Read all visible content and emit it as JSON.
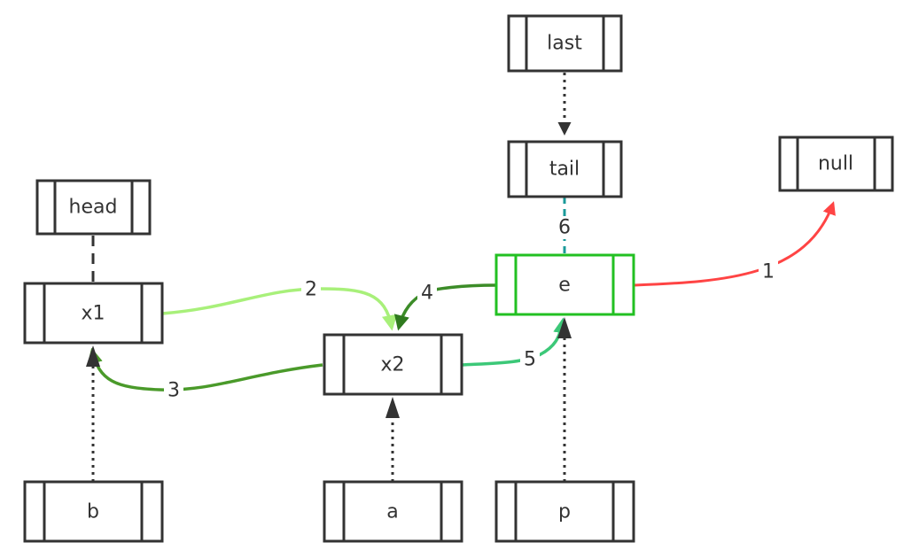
{
  "nodes": [
    {
      "id": "last",
      "label": "last"
    },
    {
      "id": "tail",
      "label": "tail"
    },
    {
      "id": "null",
      "label": "null"
    },
    {
      "id": "head",
      "label": "head"
    },
    {
      "id": "x1",
      "label": "x1"
    },
    {
      "id": "e",
      "label": "e",
      "highlight": true
    },
    {
      "id": "x2",
      "label": "x2"
    },
    {
      "id": "b",
      "label": "b"
    },
    {
      "id": "a",
      "label": "a"
    },
    {
      "id": "p",
      "label": "p"
    }
  ],
  "edges": [
    {
      "id": "edge-1",
      "from": "e",
      "to": "null",
      "label": "1",
      "color": "#ff4444"
    },
    {
      "id": "edge-2",
      "from": "x1",
      "to": "x2",
      "label": "2",
      "color": "#a8f07a"
    },
    {
      "id": "edge-3",
      "from": "x2",
      "to": "x1",
      "label": "3",
      "color": "#4a9a2a"
    },
    {
      "id": "edge-4",
      "from": "e",
      "to": "x2",
      "label": "4",
      "color": "#3c8c28"
    },
    {
      "id": "edge-5",
      "from": "x2",
      "to": "e",
      "label": "5",
      "color": "#3cc878"
    },
    {
      "id": "edge-6",
      "from": "tail",
      "to": "e",
      "label": "6",
      "color": "#1a9a9a"
    },
    {
      "id": "edge-last-tail",
      "from": "last",
      "to": "tail",
      "label": "",
      "color": "#333333"
    },
    {
      "id": "edge-head-x1",
      "from": "head",
      "to": "x1",
      "label": "",
      "color": "#333333"
    },
    {
      "id": "edge-b-x1",
      "from": "b",
      "to": "x1",
      "label": "",
      "color": "#333333"
    },
    {
      "id": "edge-a-x2",
      "from": "a",
      "to": "x2",
      "label": "",
      "color": "#333333"
    },
    {
      "id": "edge-p-e",
      "from": "p",
      "to": "e",
      "label": "",
      "color": "#333333"
    }
  ]
}
